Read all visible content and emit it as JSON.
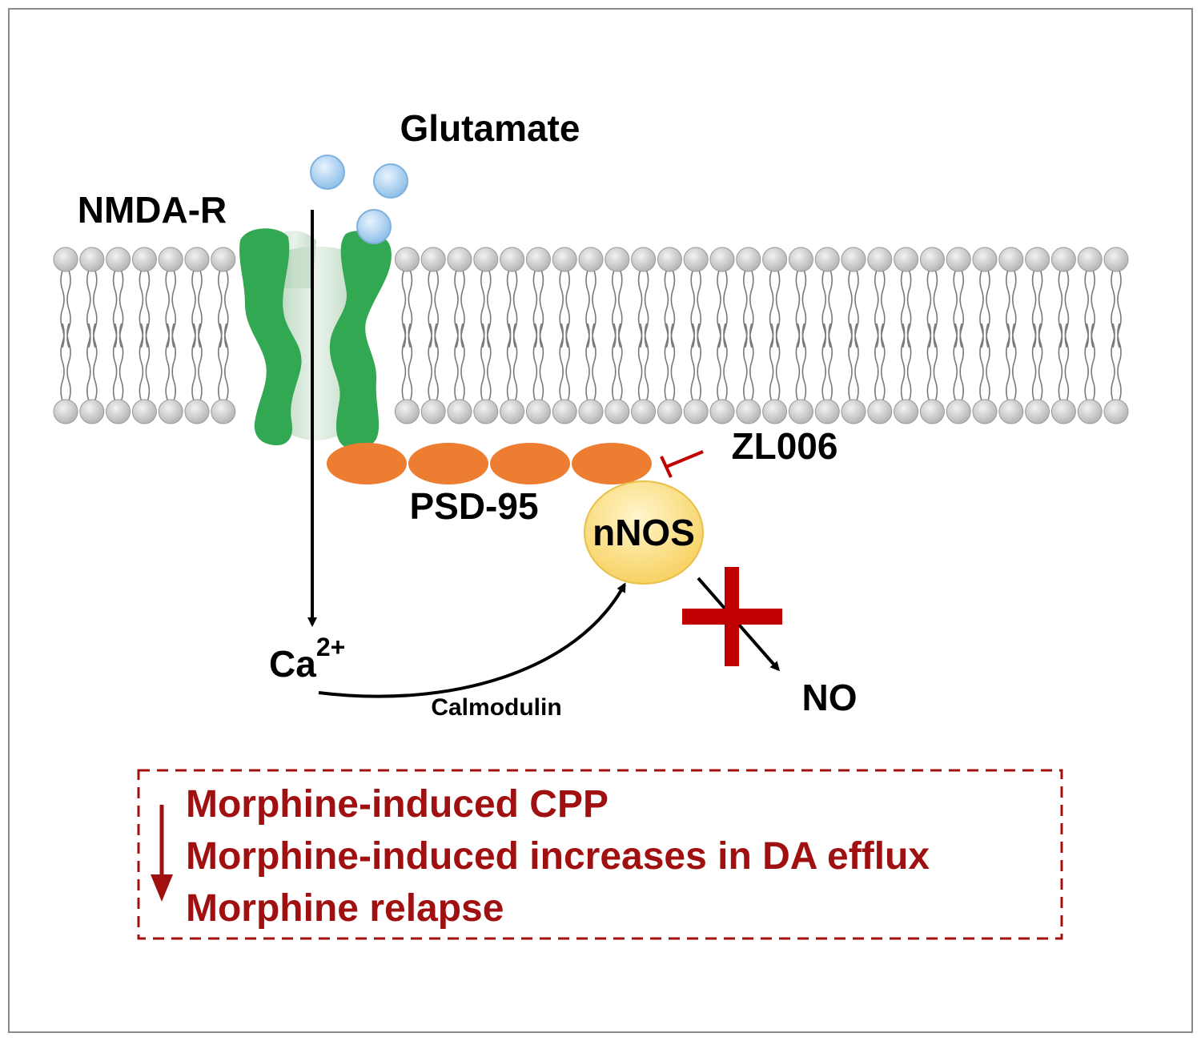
{
  "colors": {
    "receptor": "#2aa84a",
    "psd95": "#ed7d31",
    "nnos": "#ffd966",
    "glutamate": "#a9cff0",
    "membrane_head": "#cfcfcf",
    "inhibition": "#c00000",
    "effect_text": "#a01010"
  },
  "labels": {
    "glutamate": "Glutamate",
    "nmda_r": "NMDA-R",
    "psd95": "PSD-95",
    "zl006": "ZL006",
    "nnos": "nNOS",
    "ca_base": "Ca",
    "ca_charge": "2+",
    "calmodulin": "Calmodulin",
    "no": "NO"
  },
  "effects": {
    "direction": "decrease",
    "items": [
      "Morphine-induced CPP",
      "Morphine-induced increases in DA efflux",
      "Morphine relapse"
    ]
  }
}
